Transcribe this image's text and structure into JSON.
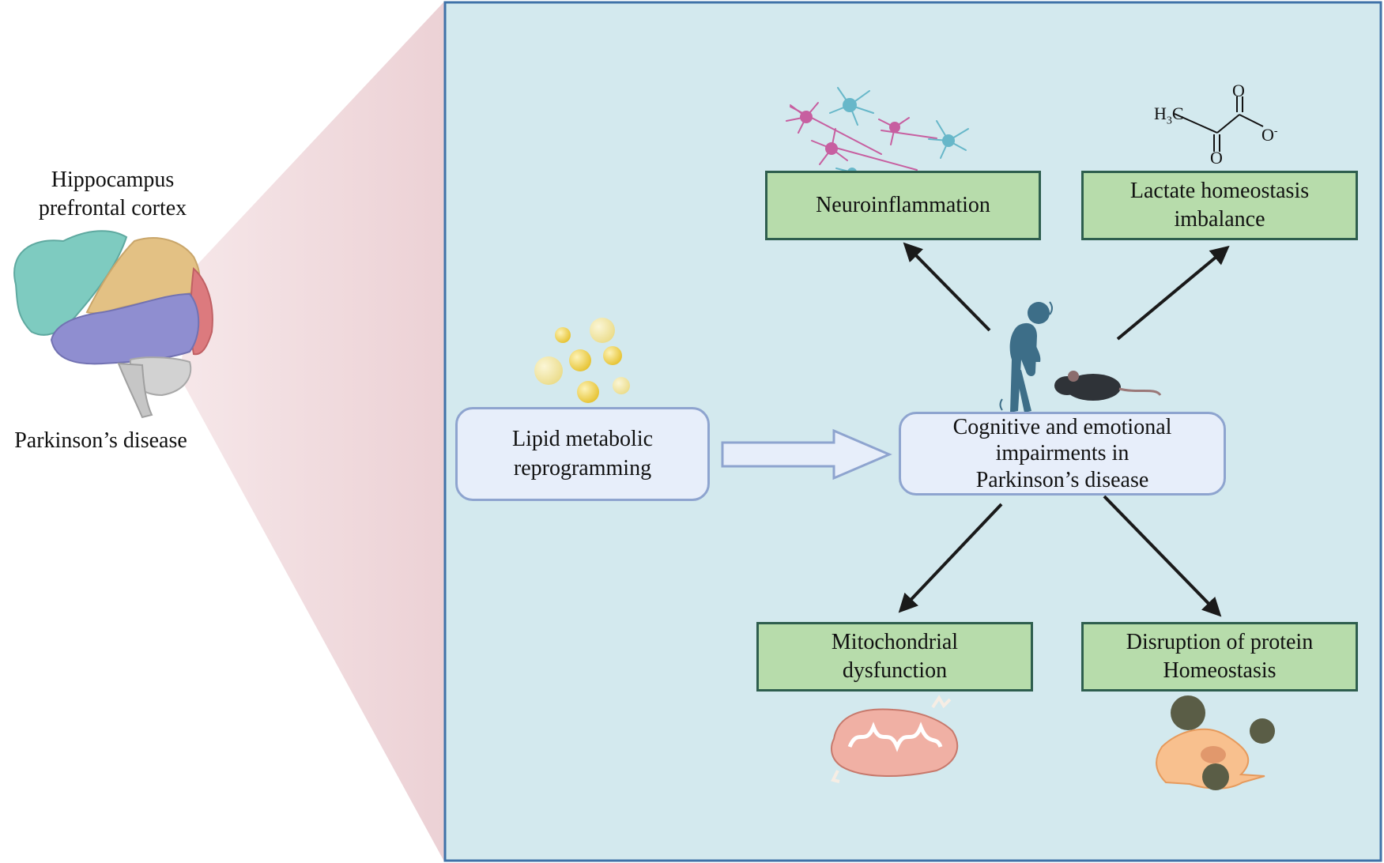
{
  "brain": {
    "regions_label_line1": "Hippocampus",
    "regions_label_line2": "prefrontal cortex",
    "disease_label": "Parkinson’s  disease"
  },
  "nodes": {
    "lipid": {
      "line1": "Lipid metabolic",
      "line2": "reprogramming"
    },
    "center": {
      "line1": "Cognitive and emotional",
      "line2": "impairments in",
      "line3": "Parkinson’s disease"
    },
    "neuroinflammation": {
      "line1": "Neuroinflammation"
    },
    "lactate": {
      "line1": "Lactate homeostasis",
      "line2": "imbalance"
    },
    "mitochondrial": {
      "line1": "Mitochondrial",
      "line2": "dysfunction"
    },
    "protein": {
      "line1": "Disruption of protein",
      "line2": "Homeostasis"
    }
  },
  "pyruvate": {
    "methyl_H": "H",
    "methyl_sub": "3",
    "methyl_C": "C",
    "oxygen_top": "O",
    "oxygen_bottom": "O",
    "oxygen_anion": "O",
    "charge": "-"
  },
  "colors": {
    "panel_fill": "#d3e9ee",
    "panel_border": "#3f72a8",
    "box_fill": "#b7dcab",
    "box_border": "#2e5e4e",
    "rounded_fill": "#e7eefa",
    "rounded_border": "#8ea4cf",
    "fan": "#ecd3d6"
  }
}
